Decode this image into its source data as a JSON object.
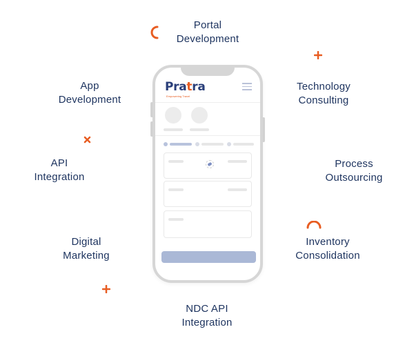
{
  "services": [
    {
      "id": "portal-development",
      "lines": [
        "Portal",
        "Development"
      ]
    },
    {
      "id": "app-development",
      "lines": [
        "App",
        "Development"
      ]
    },
    {
      "id": "technology-consulting",
      "lines": [
        "Technology",
        "Consulting"
      ]
    },
    {
      "id": "api-integration",
      "lines": [
        "API",
        "Integration"
      ]
    },
    {
      "id": "process-outsourcing",
      "lines": [
        "Process",
        "Outsourcing"
      ]
    },
    {
      "id": "digital-marketing",
      "lines": [
        "Digital",
        "Marketing"
      ]
    },
    {
      "id": "inventory-consolidation",
      "lines": [
        "Inventory",
        "Consolidation"
      ]
    },
    {
      "id": "ndc-api-integration",
      "lines": [
        "NDC API",
        "Integration"
      ]
    }
  ],
  "phone": {
    "logo_main": "Pra",
    "logo_accent": "t",
    "logo_end": "ra",
    "tagline": "Empowering Travel"
  },
  "colors": {
    "text": "#1f3560",
    "accent": "#e85d22",
    "phone_frame": "#d6d6d6",
    "placeholder_blue": "#aab8d6"
  },
  "decorations": [
    "arc-icon",
    "plus-icon",
    "cross-icon",
    "plus-icon",
    "arc-icon"
  ]
}
